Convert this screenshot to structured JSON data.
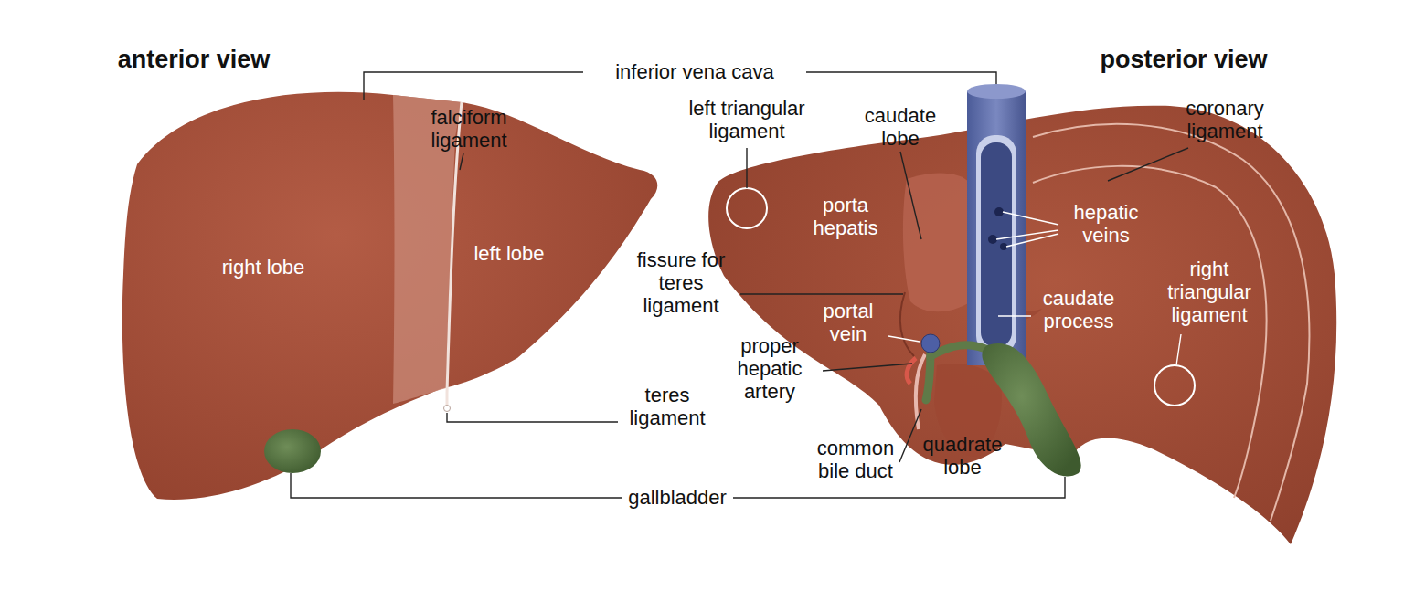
{
  "diagram": {
    "labels": [
      "anterior view",
      "inferior vena cava",
      "posterior view",
      "falciform ligament",
      "left triangular ligament",
      "caudate lobe",
      "coronary ligament",
      "porta hepatis",
      "hepatic veins",
      "right lobe",
      "left lobe",
      "right triangular ligament",
      "fissure for teres ligament",
      "caudate process",
      "portal vein",
      "proper hepatic artery",
      "teres ligament",
      "common bile duct",
      "quadrate lobe",
      "gallbladder"
    ]
  }
}
